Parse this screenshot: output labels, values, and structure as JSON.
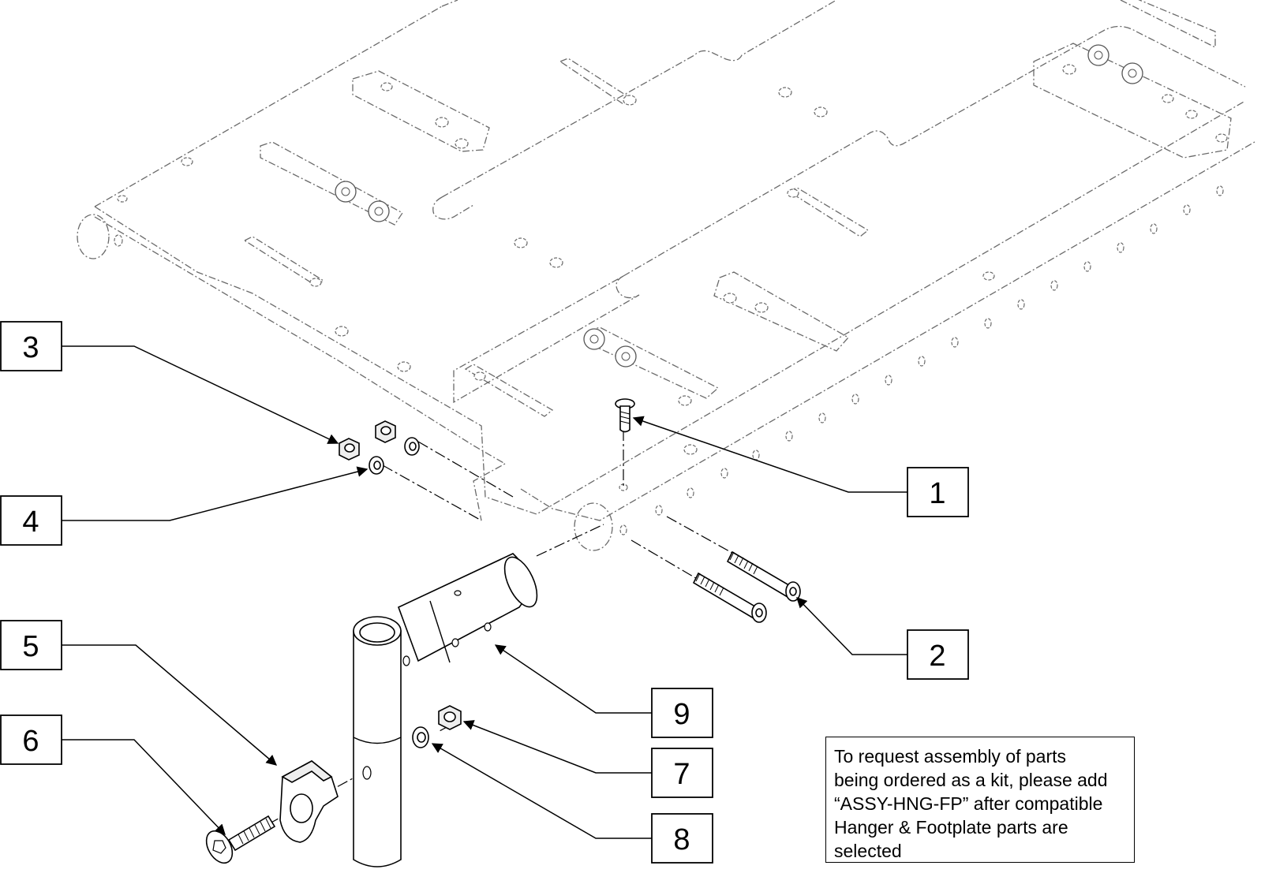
{
  "callouts": [
    {
      "id": "1",
      "label": "1"
    },
    {
      "id": "2",
      "label": "2"
    },
    {
      "id": "3",
      "label": "3"
    },
    {
      "id": "4",
      "label": "4"
    },
    {
      "id": "5",
      "label": "5"
    },
    {
      "id": "6",
      "label": "6"
    },
    {
      "id": "7",
      "label": "7"
    },
    {
      "id": "8",
      "label": "8"
    },
    {
      "id": "9",
      "label": "9"
    }
  ],
  "note": {
    "lines": [
      "To request assembly of parts",
      "being ordered as a kit, please add",
      "“ASSY-HNG-FP” after compatible",
      "Hanger & Footplate parts are",
      "selected"
    ]
  }
}
